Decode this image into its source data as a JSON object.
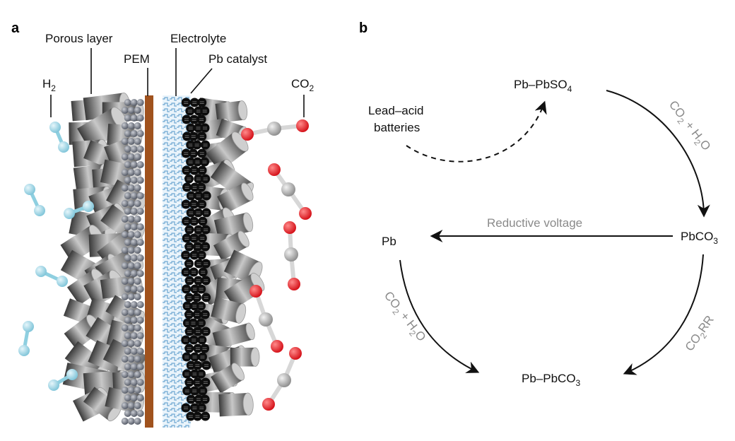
{
  "panel_a": {
    "letter": "a",
    "labels": {
      "porous_layer": "Porous layer",
      "pem": "PEM",
      "electrolyte": "Electrolyte",
      "pb_catalyst": "Pb catalyst",
      "h2_main": "H",
      "h2_sub": "2",
      "co2_main": "CO",
      "co2_sub": "2"
    },
    "colors": {
      "hydrogen": "#8ecfe0",
      "carbon": "#9a9a9a",
      "oxygen": "#e8141c",
      "membrane": "#a0521d",
      "electrolyte": "#7fb8dc",
      "cylinder": "#777777"
    }
  },
  "panel_b": {
    "letter": "b",
    "nodes": {
      "pb_pbso4_main": "Pb–PbSO",
      "pb_pbso4_sub": "4",
      "pbco3_main": "PbCO",
      "pbco3_sub": "3",
      "pb": "Pb",
      "pb_pbco3_main": "Pb–PbCO",
      "pb_pbco3_sub": "3",
      "lead_acid_line1": "Lead–acid",
      "lead_acid_line2": "batteries"
    },
    "edges": {
      "reductive_voltage": "Reductive voltage",
      "co2_h2o_top_a": "CO",
      "co2_h2o_top_b": "2",
      "co2_h2o_top_c": " + H",
      "co2_h2o_top_d": "2",
      "co2_h2o_top_e": "O",
      "co2_h2o_left_a": "CO",
      "co2_h2o_left_b": "2",
      "co2_h2o_left_c": " + H",
      "co2_h2o_left_d": "2",
      "co2_h2o_left_e": "O",
      "co2rr_a": "CO",
      "co2rr_b": "2",
      "co2rr_c": "RR"
    }
  }
}
